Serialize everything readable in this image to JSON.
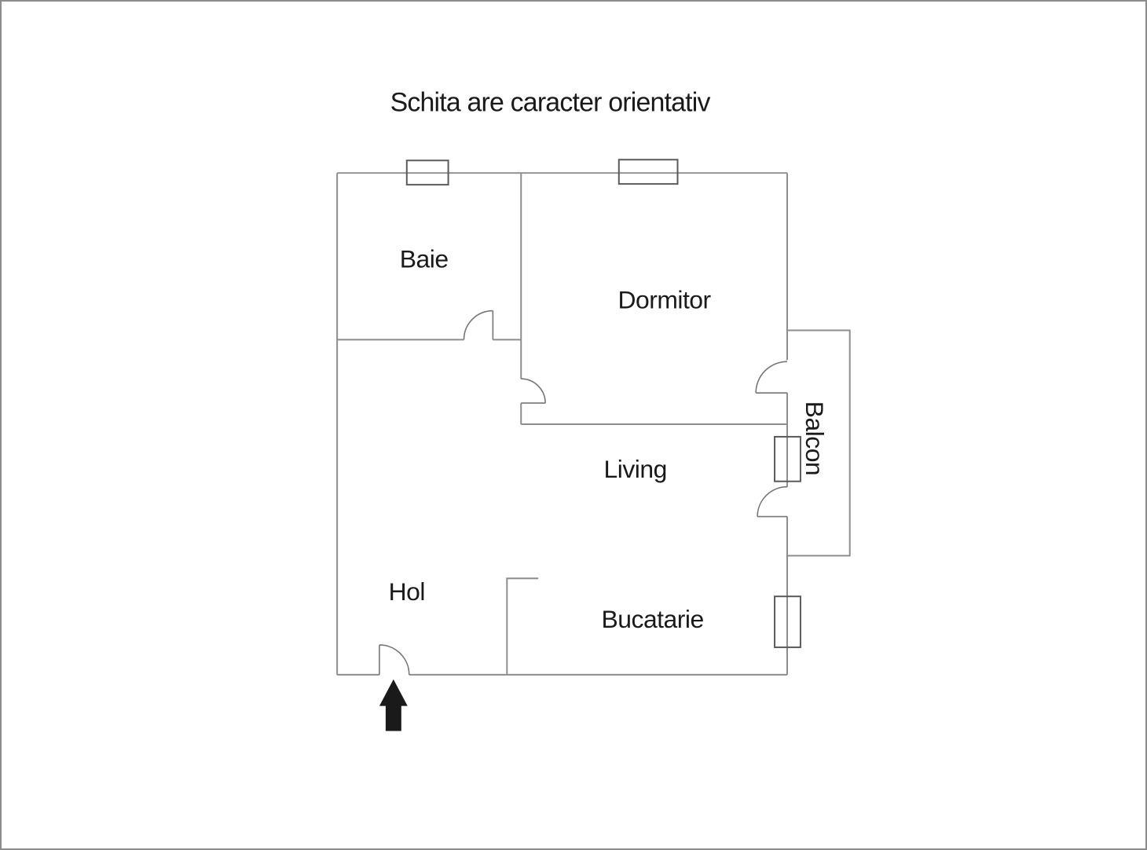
{
  "page": {
    "title": "Schita are caracter orientativ"
  },
  "colors": {
    "page_border": "#8c8c8c",
    "page_bg": "#ffffff",
    "wall": "#8d8d8d",
    "window": "#5a5a5a",
    "door": "#757575",
    "text": "#1a1a1a",
    "arrow": "#1a1a1a"
  },
  "floorplan": {
    "rooms": [
      {
        "id": "baie",
        "label": "Baie"
      },
      {
        "id": "dormitor",
        "label": "Dormitor"
      },
      {
        "id": "living",
        "label": "Living"
      },
      {
        "id": "hol",
        "label": "Hol"
      },
      {
        "id": "bucatarie",
        "label": "Bucatarie"
      },
      {
        "id": "balcon",
        "label": "Balcon"
      }
    ],
    "features": {
      "windows": 4,
      "doors": 5,
      "entrance_marker": "arrow-up"
    }
  }
}
